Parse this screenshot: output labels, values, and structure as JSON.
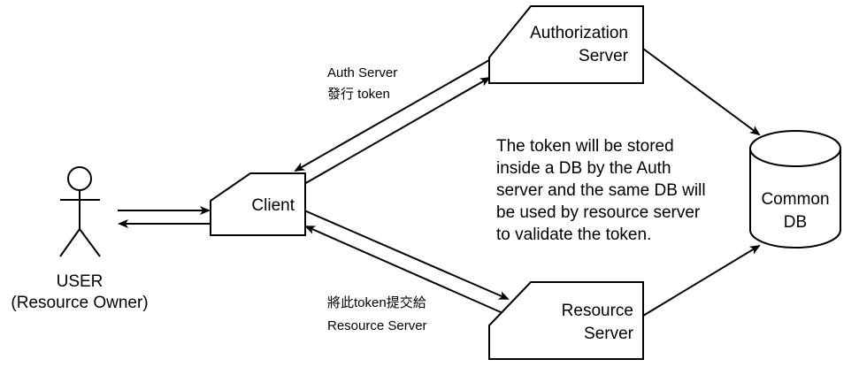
{
  "nodes": {
    "auth_server": {
      "label_lines": [
        "Authorization",
        "Server"
      ]
    },
    "client": {
      "label": "Client"
    },
    "resource_server": {
      "label_lines": [
        "Resource",
        "Server"
      ]
    },
    "common_db": {
      "label_lines": [
        "Common",
        "DB"
      ]
    },
    "user": {
      "label_lines": [
        "USER",
        "(Resource Owner)"
      ]
    }
  },
  "edge_labels": {
    "auth_to_client": [
      "Auth Server",
      "發行 token"
    ],
    "client_to_resource": [
      "將此token提交給",
      "Resource Server"
    ]
  },
  "note": {
    "lines": [
      "The token will be stored",
      "inside a DB by the Auth",
      "server and the same DB will",
      "be used by resource server",
      "to validate the token."
    ]
  }
}
